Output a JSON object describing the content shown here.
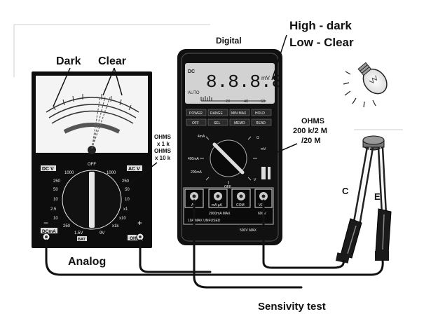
{
  "labels": {
    "dark": "Dark",
    "clear": "Clear",
    "digital": "Digital",
    "high_dark": "High - dark",
    "low_clear": "Low - Clear",
    "ohms_right_1": "OHMS",
    "ohms_right_2": "200 k/2 M",
    "ohms_right_3": "/20 M",
    "ohms_left_1": "OHMS",
    "ohms_left_2": "x 1 k",
    "ohms_left_3": "OHMS",
    "ohms_left_4": "x 10 k",
    "analog": "Analog",
    "pin_c": "C",
    "pin_e": "E",
    "sensivity_test": "Sensivity test"
  },
  "analog_meter": {
    "dcv": "DC V",
    "acv": "AC V",
    "off": "OFF",
    "dcma": "DCmA",
    "bat": "BAT",
    "ohm": "OHM",
    "minus": "−",
    "plus": "+",
    "left_scale": [
      "1000",
      "250",
      "50",
      "10",
      "2.5",
      "10",
      "250",
      "1.5V"
    ],
    "right_scale": [
      "1000",
      "250",
      "50",
      "10",
      "x1",
      "x10",
      "x1k",
      "9V"
    ]
  },
  "digital_meter": {
    "display_value": "8.8.8.8",
    "dc": "DC",
    "auto": "AUTO",
    "mv": "mV",
    "bar_ticks": [
      "20",
      "40",
      "60"
    ],
    "buttons_row1": [
      "POWER",
      "RANGE",
      "MIN MAX",
      "HOLD"
    ],
    "buttons_row2": [
      "OFF",
      "SEL",
      "MEMO",
      "READ"
    ],
    "dial": [
      "4mA",
      "400mA",
      "200mA",
      "OFF",
      "V",
      "Ω",
      "mV"
    ],
    "jacks": [
      "A",
      "mA μA",
      "COM",
      "VΩ"
    ],
    "jack_note_1": "2000mA MAX",
    "jack_note_2": "600V",
    "jack_note_3": "10A MAX UNFUSED",
    "jack_note_4": "500V MAX"
  }
}
